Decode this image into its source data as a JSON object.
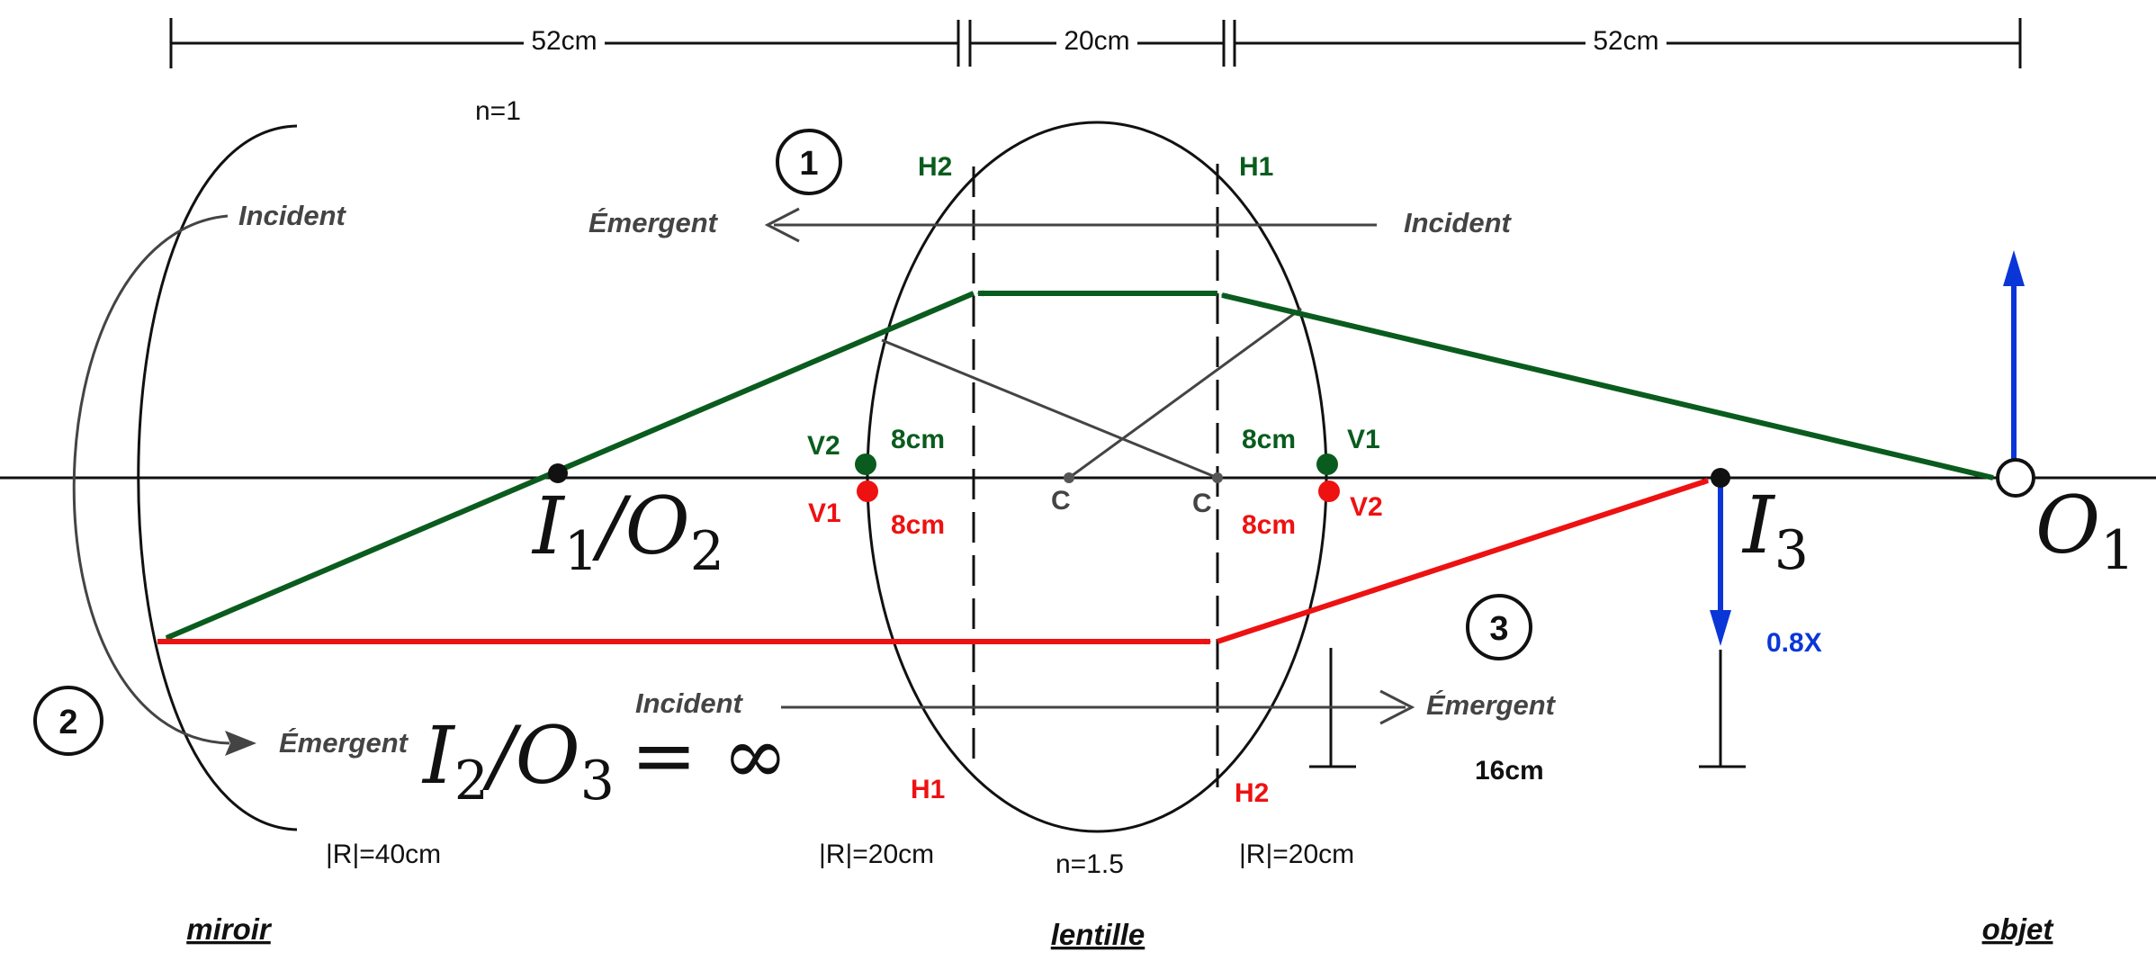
{
  "dimensions": {
    "left": "52cm",
    "middle": "20cm",
    "right": "52cm"
  },
  "media": {
    "air": "n=1",
    "lens": "n=1.5"
  },
  "radii": {
    "mirror": "|R|=40cm",
    "lens_left": "|R|=20cm",
    "lens_right": "|R|=20cm"
  },
  "labels": {
    "incident": "Incident",
    "emergent": "Émergent",
    "h1": "H1",
    "h2": "H2",
    "v1": "V1",
    "v2": "V2",
    "c": "C",
    "thickness": "8cm",
    "distance_16": "16cm",
    "magnification": "0.8X"
  },
  "steps": {
    "one": "1",
    "two": "2",
    "three": "3"
  },
  "images": {
    "i1_base": "I",
    "i1_sub": "1",
    "o2_base": "O",
    "o2_sub": "2",
    "i2_base": "I",
    "i2_sub": "2",
    "o3_base": "O",
    "o3_sub": "3",
    "infinity": "= ∞",
    "i3_base": "I",
    "i3_sub": "3",
    "o1_base": "O",
    "o1_sub": "1",
    "slash": "/"
  },
  "components": {
    "mirror": "miroir",
    "lens": "lentille",
    "object": "objet"
  },
  "colors": {
    "green": "#0a5c1e",
    "red": "#ee1111",
    "blue": "#0a36d8",
    "grey": "#444444"
  }
}
